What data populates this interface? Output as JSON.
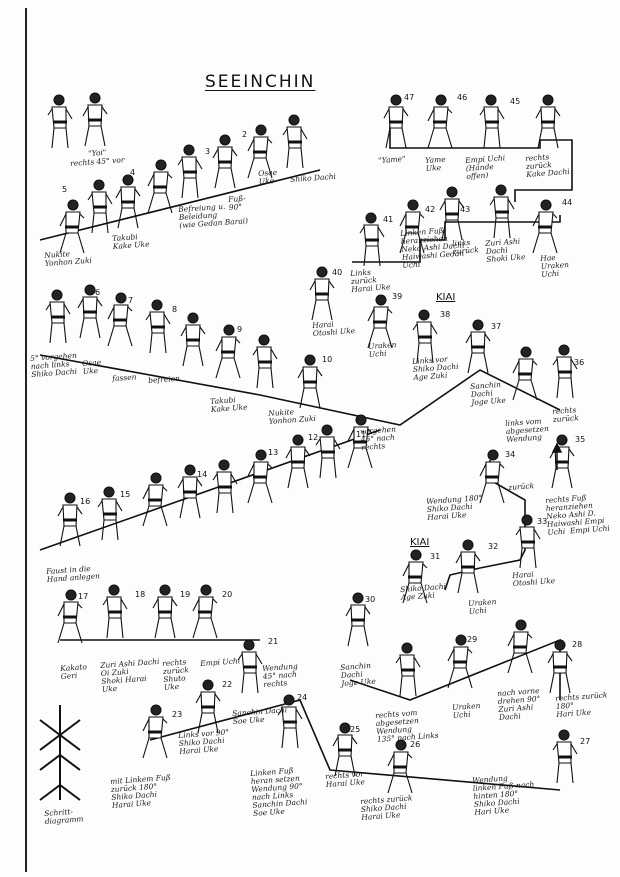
{
  "title": "SEEINCHIN",
  "kiai": "KIAI",
  "labels": {
    "yoi": "\"Yoi\"",
    "rechts45vor": "rechts 45° vor",
    "shikoDachi2": "Shiko Dachi",
    "osaeUke": "Osae\nUke",
    "fuss90": "Fuß-\n90°",
    "befreiung": "Befreiung u.\nBeleidung\n(wie Gedan Barai)",
    "kakeUke4": "Takubi\nKake Uke",
    "nukite5": "Nukite\nYonhon Zuki",
    "l1": "\"Yame\"",
    "l2": "Yame\nUke",
    "l3": "Empi Uchi\n(Hände\noffen)",
    "l4": "rechts\nzurück\nKake Dachi",
    "ura44": "Hae\nUraken\nUchi",
    "zuri43": "Zuri Ashi\nDachi\nShoki Uke",
    "links42": "links\nzurück",
    "linkeFuss": "Linken Fuß\nheranziehen\nNeko Ashi Dachi\nHaiwashi Gedan\nUchi",
    "links40": "Links\nzurück\nHarai Uke",
    "haraiOtoshi": "Harai\nOtoshi Uke",
    "uraken39": "Uraken\nUchi",
    "linksvor38": "Links vor\nShiko Dachi\nAge Zuki",
    "sanchin37": "Sanchin\nDachi\nJoge Uke",
    "linksvom36": "links vom\nabgesetzen\nWendung",
    "rechtsZuruck36": "rechts\nzurück",
    "vorg5": "5° vorgehen\nnach links\nShiko Dachi",
    "osae6": "Osae\nUke",
    "fassen": "fassen",
    "befreien": "befreien",
    "takubi9": "Takubi\nKake Uke",
    "nukite10": "Nukite\nYonhon Zuki",
    "vorgehen45": "vorgehen\n45° nach\nrechts",
    "rechtsFuss35": "rechts Fuß\nheranziehen\nNeko Ashi D.\nHaiwashi Empi\nUchi  Empi Uchi",
    "wendung34": "Wendung 180°\nShiko Dachi\nHarai Uke",
    "zuruck34": "zurück",
    "haraiOtoshi33": "Harai\nOtoshi Uke",
    "uraken32": "Uraken\nUchi",
    "shikoAge31": "Shiko Dachi\nAge Zuki",
    "hand16": "Faust in die\nHand anlegen",
    "kakato17": "Kakato\nGeri",
    "zuriOi18": "Zuri Ashi Dachi\nOi Zuki\nShoki Harai\nUke",
    "rechtsZuruck19": "rechts\nzurück\nShuto\nUke",
    "empi20": "Empi Uchi",
    "wendung21": "Wendung\n45° nach\nrechts",
    "sanchin22": "Sanchin Dachi\nSoe Uke",
    "linksVor23": "Links vor 90°\nShiko Dachi\nHarai Uke",
    "mitLinkem": "mit Linkem Fuß\nzurück 180°\nShiko Dachi\nHarai Uke",
    "linkenFuss24": "Linken Fuß\nheran setzen\nWendung 90°\nnach Links\nSanchin Dachi\nSoe Uke",
    "rechtsVor25": "rechts vor\nHarai Uke",
    "rechtsZuruck26": "rechts zurück\nShiko Dachi\nHarai Uke",
    "wendung27": "Wendung\nlinken Fuß nach\nhinten 180°\nShiko Dachi\nHari Uke",
    "sanchin30": "Sanchin\nDachi\nJoge Uke",
    "rechtsvom": "rechts vom\nabgesetzen\nWendung\n135° nach Links",
    "uraken29": "Uraken\nUchi",
    "nachVorne": "nach vorne\ndrehen 90°\nZuri Ashi\nDachi",
    "rechtsZuruck28": "rechts zurück\n180°\nHari Uke",
    "schrittDiagramm": "Schritt-\ndiagramm"
  },
  "numbers": [
    "2",
    "3",
    "4",
    "5",
    "6",
    "7",
    "8",
    "9",
    "10",
    "11",
    "12",
    "13",
    "14",
    "15",
    "16",
    "17",
    "18",
    "19",
    "20",
    "21",
    "22",
    "23",
    "24",
    "25",
    "26",
    "27",
    "28",
    "29",
    "30",
    "31",
    "32",
    "33",
    "34",
    "35",
    "36",
    "37",
    "38",
    "39",
    "40",
    "41",
    "42",
    "43",
    "44",
    "45",
    "46",
    "47"
  ]
}
